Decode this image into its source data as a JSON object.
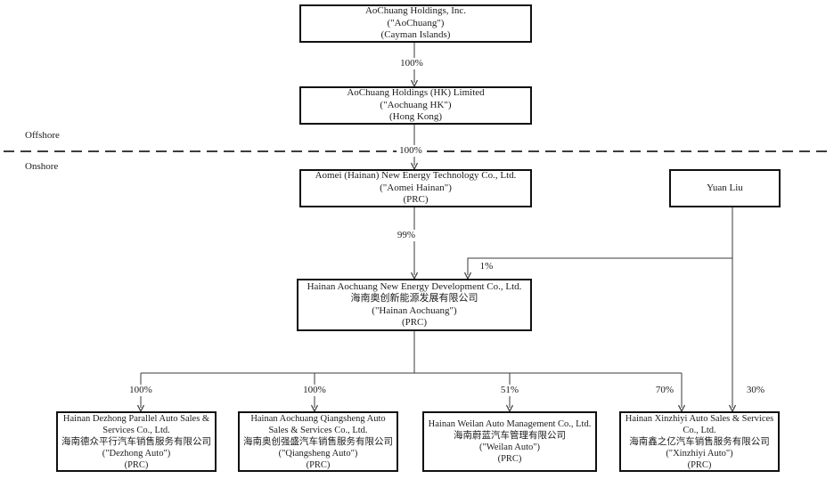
{
  "regions": {
    "offshore": "Offshore",
    "onshore": "Onshore"
  },
  "nodes": {
    "aochuang": {
      "lines": [
        "AoChuang Holdings, Inc.",
        "(\"AoChuang\")",
        "(Cayman Islands)"
      ]
    },
    "aochuang_hk": {
      "lines": [
        "AoChuang Holdings (HK) Limited",
        "(\"Aochuang HK\")",
        "(Hong Kong)"
      ]
    },
    "aomei": {
      "lines": [
        "Aomei (Hainan) New Energy Technology Co., Ltd.",
        "(\"Aomei Hainan\")",
        "(PRC)"
      ]
    },
    "yuan_liu": {
      "lines": [
        "Yuan Liu"
      ]
    },
    "hainan_aochuang": {
      "lines": [
        "Hainan Aochuang New Energy Development Co., Ltd.",
        "海南奥创新能源发展有限公司",
        "(\"Hainan Aochuang\")",
        "(PRC)"
      ]
    },
    "dezhong": {
      "lines": [
        "Hainan Dezhong Parallel Auto Sales &",
        "Services Co., Ltd.",
        "海南德众平行汽车销售服务有限公司",
        "(\"Dezhong Auto\")",
        "(PRC)"
      ]
    },
    "qiangsheng": {
      "lines": [
        "Hainan Aochuang Qiangsheng Auto",
        "Sales & Services Co., Ltd.",
        "海南奥创强盛汽车销售服务有限公司",
        "(\"Qiangsheng Auto\")",
        "(PRC)"
      ]
    },
    "weilan": {
      "lines": [
        "Hainan Weilan Auto Management Co., Ltd.",
        "海南蔚蓝汽车管理有限公司",
        "(\"Weilan Auto\")",
        "(PRC)"
      ]
    },
    "xinzhiyi": {
      "lines": [
        "Hainan Xinzhiyi Auto Sales & Services",
        "Co., Ltd.",
        "海南鑫之亿汽车销售服务有限公司",
        "(\"Xinzhiyi Auto\")",
        "(PRC)"
      ]
    }
  },
  "ownership": {
    "aochuang_to_hk": "100%",
    "hk_to_aomei": "100%",
    "aomei_to_hainan_aochuang": "99%",
    "yuanliu_to_hainan_aochuang": "1%",
    "hainan_aochuang_to_dezhong": "100%",
    "hainan_aochuang_to_qiangsheng": "100%",
    "hainan_aochuang_to_weilan": "51%",
    "hainan_aochuang_to_xinzhiyi": "70%",
    "yuanliu_to_xinzhiyi": "30%"
  },
  "colors": {
    "line": "#3a3a3a",
    "box_border": "#101010",
    "background": "#ffffff",
    "text": "#1c1c1c"
  }
}
